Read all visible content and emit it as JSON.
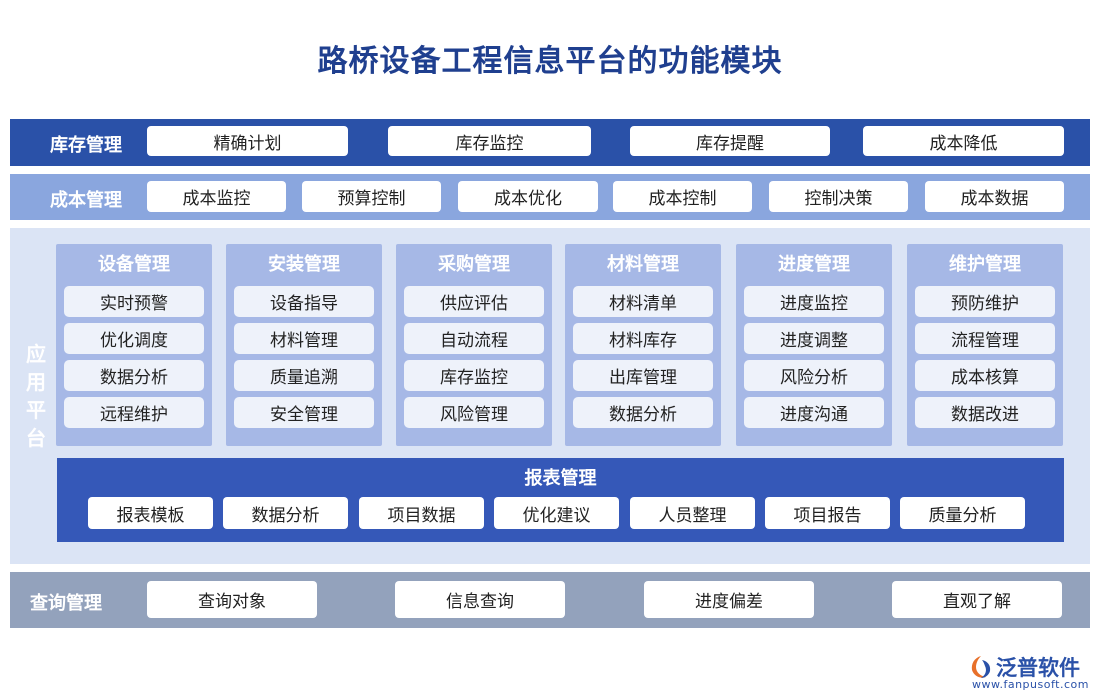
{
  "title": "路桥设备工程信息平台的功能模块",
  "inventory": {
    "label": "库存管理",
    "items": [
      "精确计划",
      "库存监控",
      "库存提醒",
      "成本降低"
    ]
  },
  "cost": {
    "label": "成本管理",
    "items": [
      "成本监控",
      "预算控制",
      "成本优化",
      "成本控制",
      "控制决策",
      "成本数据"
    ]
  },
  "platform": {
    "label_chars": [
      "应",
      "用",
      "平",
      "台"
    ],
    "modules": [
      {
        "title": "设备管理",
        "items": [
          "实时预警",
          "优化调度",
          "数据分析",
          "远程维护"
        ]
      },
      {
        "title": "安装管理",
        "items": [
          "设备指导",
          "材料管理",
          "质量追溯",
          "安全管理"
        ]
      },
      {
        "title": "采购管理",
        "items": [
          "供应评估",
          "自动流程",
          "库存监控",
          "风险管理"
        ]
      },
      {
        "title": "材料管理",
        "items": [
          "材料清单",
          "材料库存",
          "出库管理",
          "数据分析"
        ]
      },
      {
        "title": "进度管理",
        "items": [
          "进度监控",
          "进度调整",
          "风险分析",
          "进度沟通"
        ]
      },
      {
        "title": "维护管理",
        "items": [
          "预防维护",
          "流程管理",
          "成本核算",
          "数据改进"
        ]
      }
    ],
    "report": {
      "title": "报表管理",
      "items": [
        "报表模板",
        "数据分析",
        "项目数据",
        "优化建议",
        "人员整理",
        "项目报告",
        "质量分析"
      ]
    }
  },
  "query": {
    "label": "查询管理",
    "items": [
      "查询对象",
      "信息查询",
      "进度偏差",
      "直观了解"
    ]
  },
  "logo": {
    "name": "泛普软件",
    "url": "www.fanpusoft.com",
    "icon": "fanpu-logo-icon"
  },
  "colors": {
    "title": "#1f3f8f",
    "inventory_band": "#2a51a8",
    "cost_band": "#8aa6de",
    "platform_band": "#dbe4f5",
    "module_card": "#a6b8e6",
    "report_band": "#3558b8",
    "query_band": "#93a2bc"
  }
}
